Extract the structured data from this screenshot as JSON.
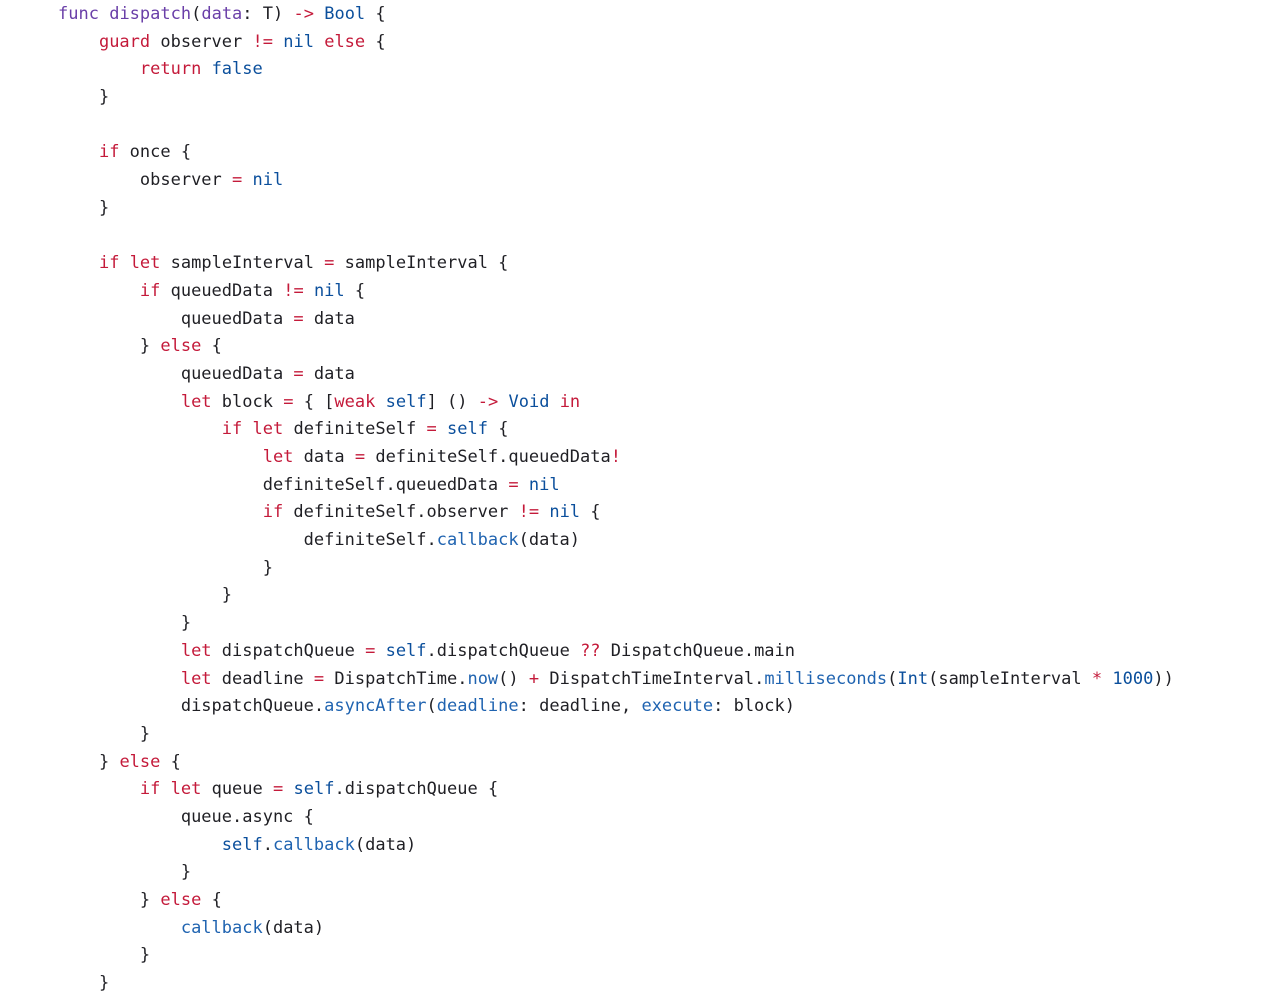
{
  "colors": {
    "keyword": "#c41a3a",
    "operator": "#c41a3a",
    "type": "#0b4f9c",
    "literal": "#0b4f9c",
    "number": "#0b4f9c",
    "function_name": "#6a3fa8",
    "call": "#1f63b0",
    "label": "#1f63b0",
    "plain": "#1f1f24",
    "background": "#ffffff"
  },
  "code": {
    "language": "swift",
    "lines": [
      [
        [
          "fn",
          "func"
        ],
        [
          "sp",
          " "
        ],
        [
          "fn",
          "dispatch"
        ],
        [
          "plain",
          "("
        ],
        [
          "fn",
          "data"
        ],
        [
          "plain",
          ": T) "
        ],
        [
          "op",
          "->"
        ],
        [
          "sp",
          " "
        ],
        [
          "type",
          "Bool"
        ],
        [
          "plain",
          " {"
        ]
      ],
      [
        [
          "sp",
          "    "
        ],
        [
          "kw",
          "guard"
        ],
        [
          "plain",
          " observer "
        ],
        [
          "op",
          "!="
        ],
        [
          "sp",
          " "
        ],
        [
          "lit",
          "nil"
        ],
        [
          "sp",
          " "
        ],
        [
          "kw",
          "else"
        ],
        [
          "plain",
          " {"
        ]
      ],
      [
        [
          "sp",
          "        "
        ],
        [
          "kw",
          "return"
        ],
        [
          "sp",
          " "
        ],
        [
          "lit",
          "false"
        ]
      ],
      [
        [
          "sp",
          "    "
        ],
        [
          "plain",
          "}"
        ]
      ],
      [],
      [
        [
          "sp",
          "    "
        ],
        [
          "kw",
          "if"
        ],
        [
          "plain",
          " once {"
        ]
      ],
      [
        [
          "sp",
          "        "
        ],
        [
          "plain",
          "observer "
        ],
        [
          "op",
          "="
        ],
        [
          "sp",
          " "
        ],
        [
          "lit",
          "nil"
        ]
      ],
      [
        [
          "sp",
          "    "
        ],
        [
          "plain",
          "}"
        ]
      ],
      [],
      [
        [
          "sp",
          "    "
        ],
        [
          "kw",
          "if"
        ],
        [
          "sp",
          " "
        ],
        [
          "kw",
          "let"
        ],
        [
          "plain",
          " sampleInterval "
        ],
        [
          "op",
          "="
        ],
        [
          "plain",
          " sampleInterval {"
        ]
      ],
      [
        [
          "sp",
          "        "
        ],
        [
          "kw",
          "if"
        ],
        [
          "plain",
          " queuedData "
        ],
        [
          "op",
          "!="
        ],
        [
          "sp",
          " "
        ],
        [
          "lit",
          "nil"
        ],
        [
          "plain",
          " {"
        ]
      ],
      [
        [
          "sp",
          "            "
        ],
        [
          "plain",
          "queuedData "
        ],
        [
          "op",
          "="
        ],
        [
          "plain",
          " data"
        ]
      ],
      [
        [
          "sp",
          "        "
        ],
        [
          "plain",
          "} "
        ],
        [
          "kw",
          "else"
        ],
        [
          "plain",
          " {"
        ]
      ],
      [
        [
          "sp",
          "            "
        ],
        [
          "plain",
          "queuedData "
        ],
        [
          "op",
          "="
        ],
        [
          "plain",
          " data"
        ]
      ],
      [
        [
          "sp",
          "            "
        ],
        [
          "kw",
          "let"
        ],
        [
          "plain",
          " block "
        ],
        [
          "op",
          "="
        ],
        [
          "plain",
          " { ["
        ],
        [
          "kw",
          "weak"
        ],
        [
          "sp",
          " "
        ],
        [
          "lit",
          "self"
        ],
        [
          "plain",
          "] () "
        ],
        [
          "op",
          "->"
        ],
        [
          "sp",
          " "
        ],
        [
          "type",
          "Void"
        ],
        [
          "sp",
          " "
        ],
        [
          "kw",
          "in"
        ]
      ],
      [
        [
          "sp",
          "                "
        ],
        [
          "kw",
          "if"
        ],
        [
          "sp",
          " "
        ],
        [
          "kw",
          "let"
        ],
        [
          "plain",
          " definiteSelf "
        ],
        [
          "op",
          "="
        ],
        [
          "sp",
          " "
        ],
        [
          "lit",
          "self"
        ],
        [
          "plain",
          " {"
        ]
      ],
      [
        [
          "sp",
          "                    "
        ],
        [
          "kw",
          "let"
        ],
        [
          "plain",
          " data "
        ],
        [
          "op",
          "="
        ],
        [
          "plain",
          " definiteSelf.queuedData"
        ],
        [
          "op",
          "!"
        ]
      ],
      [
        [
          "sp",
          "                    "
        ],
        [
          "plain",
          "definiteSelf.queuedData "
        ],
        [
          "op",
          "="
        ],
        [
          "sp",
          " "
        ],
        [
          "lit",
          "nil"
        ]
      ],
      [
        [
          "sp",
          "                    "
        ],
        [
          "kw",
          "if"
        ],
        [
          "plain",
          " definiteSelf.observer "
        ],
        [
          "op",
          "!="
        ],
        [
          "sp",
          " "
        ],
        [
          "lit",
          "nil"
        ],
        [
          "plain",
          " {"
        ]
      ],
      [
        [
          "sp",
          "                        "
        ],
        [
          "plain",
          "definiteSelf."
        ],
        [
          "call",
          "callback"
        ],
        [
          "plain",
          "(data)"
        ]
      ],
      [
        [
          "sp",
          "                    "
        ],
        [
          "plain",
          "}"
        ]
      ],
      [
        [
          "sp",
          "                "
        ],
        [
          "plain",
          "}"
        ]
      ],
      [
        [
          "sp",
          "            "
        ],
        [
          "plain",
          "}"
        ]
      ],
      [
        [
          "sp",
          "            "
        ],
        [
          "kw",
          "let"
        ],
        [
          "plain",
          " dispatchQueue "
        ],
        [
          "op",
          "="
        ],
        [
          "sp",
          " "
        ],
        [
          "lit",
          "self"
        ],
        [
          "plain",
          ".dispatchQueue "
        ],
        [
          "op",
          "??"
        ],
        [
          "plain",
          " DispatchQueue.main"
        ]
      ],
      [
        [
          "sp",
          "            "
        ],
        [
          "kw",
          "let"
        ],
        [
          "plain",
          " deadline "
        ],
        [
          "op",
          "="
        ],
        [
          "plain",
          " DispatchTime."
        ],
        [
          "call",
          "now"
        ],
        [
          "plain",
          "() "
        ],
        [
          "op",
          "+"
        ],
        [
          "plain",
          " DispatchTimeInterval."
        ],
        [
          "call",
          "milliseconds"
        ],
        [
          "plain",
          "("
        ],
        [
          "type",
          "Int"
        ],
        [
          "plain",
          "(sampleInterval "
        ],
        [
          "op",
          "*"
        ],
        [
          "sp",
          " "
        ],
        [
          "num",
          "1000"
        ],
        [
          "plain",
          "))"
        ]
      ],
      [
        [
          "sp",
          "            "
        ],
        [
          "plain",
          "dispatchQueue."
        ],
        [
          "call",
          "asyncAfter"
        ],
        [
          "plain",
          "("
        ],
        [
          "label",
          "deadline"
        ],
        [
          "plain",
          ": deadline, "
        ],
        [
          "label",
          "execute"
        ],
        [
          "plain",
          ": block)"
        ]
      ],
      [
        [
          "sp",
          "        "
        ],
        [
          "plain",
          "}"
        ]
      ],
      [
        [
          "sp",
          "    "
        ],
        [
          "plain",
          "} "
        ],
        [
          "kw",
          "else"
        ],
        [
          "plain",
          " {"
        ]
      ],
      [
        [
          "sp",
          "        "
        ],
        [
          "kw",
          "if"
        ],
        [
          "sp",
          " "
        ],
        [
          "kw",
          "let"
        ],
        [
          "plain",
          " queue "
        ],
        [
          "op",
          "="
        ],
        [
          "sp",
          " "
        ],
        [
          "lit",
          "self"
        ],
        [
          "plain",
          ".dispatchQueue {"
        ]
      ],
      [
        [
          "sp",
          "            "
        ],
        [
          "plain",
          "queue.async {"
        ]
      ],
      [
        [
          "sp",
          "                "
        ],
        [
          "lit",
          "self"
        ],
        [
          "plain",
          "."
        ],
        [
          "call",
          "callback"
        ],
        [
          "plain",
          "(data)"
        ]
      ],
      [
        [
          "sp",
          "            "
        ],
        [
          "plain",
          "}"
        ]
      ],
      [
        [
          "sp",
          "        "
        ],
        [
          "plain",
          "} "
        ],
        [
          "kw",
          "else"
        ],
        [
          "plain",
          " {"
        ]
      ],
      [
        [
          "sp",
          "            "
        ],
        [
          "call",
          "callback"
        ],
        [
          "plain",
          "(data)"
        ]
      ],
      [
        [
          "sp",
          "        "
        ],
        [
          "plain",
          "}"
        ]
      ],
      [
        [
          "sp",
          "    "
        ],
        [
          "plain",
          "}"
        ]
      ]
    ]
  }
}
